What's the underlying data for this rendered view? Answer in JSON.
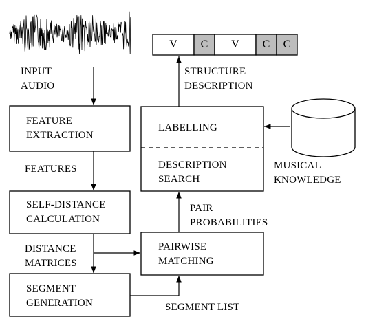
{
  "labels": {
    "input_audio": [
      "INPUT",
      "AUDIO"
    ],
    "features": "FEATURES",
    "distance_matrices": [
      "DISTANCE",
      "MATRICES"
    ],
    "segment_list": "SEGMENT LIST",
    "pair_probabilities": [
      "PAIR",
      "PROBABILITIES"
    ],
    "structure_description": [
      "STRUCTURE",
      "DESCRIPTION"
    ],
    "musical_knowledge": [
      "MUSICAL",
      "KNOWLEDGE"
    ]
  },
  "boxes": {
    "feature_extraction": [
      "FEATURE",
      "EXTRACTION"
    ],
    "self_distance": [
      "SELF-DISTANCE",
      "CALCULATION"
    ],
    "segment_generation": [
      "SEGMENT",
      "GENERATION"
    ],
    "pairwise_matching": [
      "PAIRWISE",
      "MATCHING"
    ],
    "labelling": "LABELLING",
    "description_search": [
      "DESCRIPTION",
      "SEARCH"
    ]
  },
  "structure_bar": [
    "V",
    "C",
    "V",
    "C",
    "C"
  ],
  "colors": {
    "stroke": "#000000",
    "chorus_fill": "#bdbdbd",
    "verse_fill": "#ffffff"
  }
}
